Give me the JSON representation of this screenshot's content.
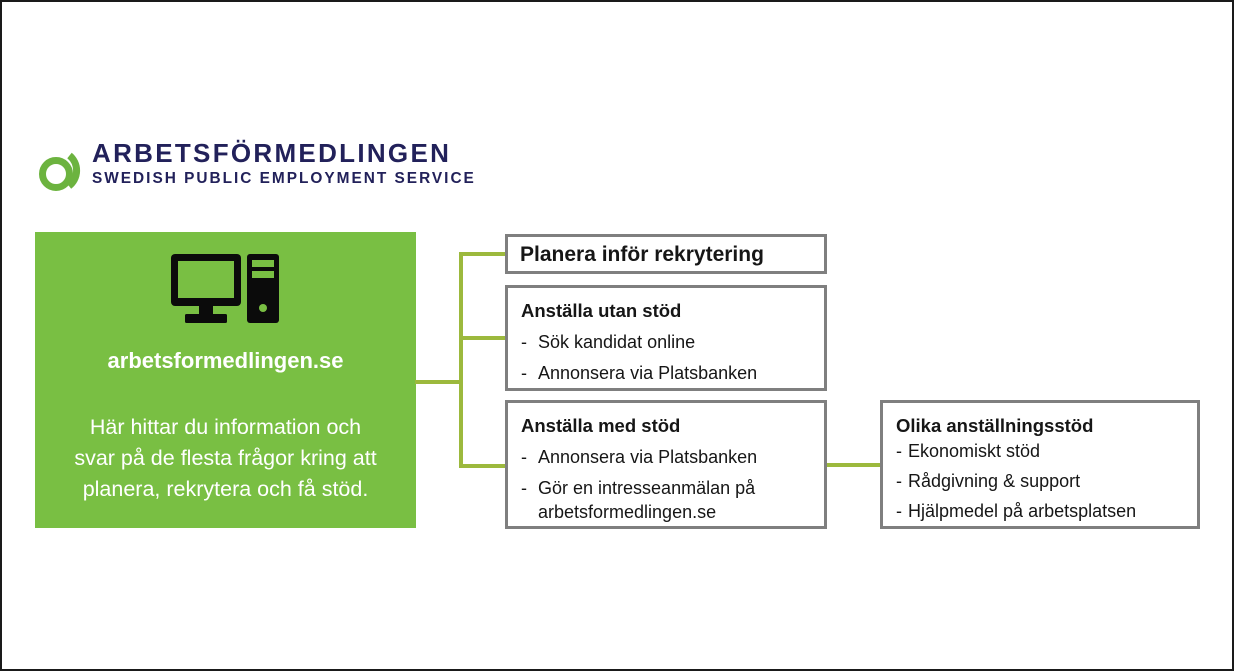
{
  "logo": {
    "mark_icon": "circle-arc-logo-icon",
    "line1": "ARBETSFÖRMEDLINGEN",
    "line2": "SWEDISH PUBLIC EMPLOYMENT SERVICE",
    "text_color": "#22215a",
    "mark_color": "#6cb33f"
  },
  "green_panel": {
    "icon": "desktop-computer-icon",
    "url": "arbetsformedlingen.se",
    "description": "Här hittar du information och\nsvar på de flesta frågor  kring att\nplanera, rekrytera och få stöd.",
    "background_color": "#79bf43",
    "text_color": "#ffffff"
  },
  "connector": {
    "color": "#9cb93d"
  },
  "boxes": {
    "border_color": "#7f7f7f",
    "plan": {
      "title": "Planera inför rekrytering"
    },
    "utan_stod": {
      "title": "Anställa utan stöd",
      "dash": "-",
      "items": [
        "Sök kandidat online",
        "Annonsera via Platsbanken"
      ]
    },
    "med_stod": {
      "title": "Anställa med stöd",
      "dash": "-",
      "items": [
        "Annonsera via Platsbanken",
        "Gör en intresseanmälan på\narbetsformedlingen.se"
      ]
    },
    "olika_stod": {
      "title": "Olika anställningsstöd",
      "dash": "-",
      "items": [
        "Ekonomiskt stöd",
        "Rådgivning & support",
        "Hjälpmedel på arbetsplatsen"
      ]
    }
  }
}
